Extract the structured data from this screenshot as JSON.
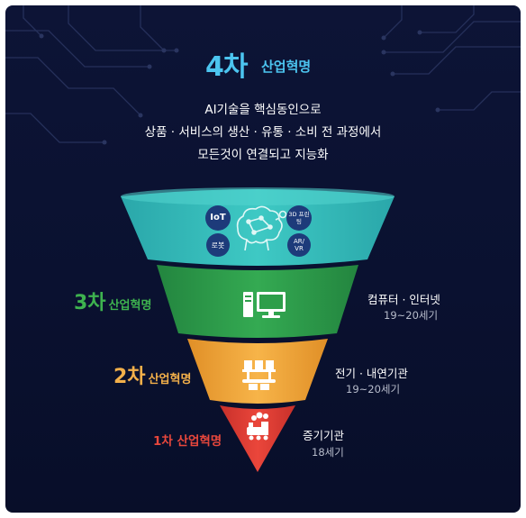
{
  "header": {
    "title_big": "4차",
    "title_small": "산업혁명",
    "description": [
      "AI기술을 핵심동인으로",
      "상품 · 서비스의 생산 · 유통 · 소비 전 과정에서",
      "모든것이 연결되고 지능화"
    ]
  },
  "tiers": [
    {
      "name": "4th-revolution",
      "color": "#35bfbd",
      "badges": [
        "IoT",
        "3D 프린팅",
        "로봇",
        "AR/ VR"
      ],
      "center_icon": "ai-brain-icon"
    },
    {
      "name": "3rd-revolution",
      "label_big": "3차",
      "label_small": "산업혁명",
      "label_color": "#3eb34f",
      "color": "#2e9e4a",
      "tech": "컴퓨터 · 인터넷",
      "era": "19~20세기",
      "icon": "computer-icon"
    },
    {
      "name": "2nd-revolution",
      "label_big": "2차",
      "label_small": "산업혁명",
      "label_color": "#f3b04a",
      "color": "#f2a93b",
      "tech": "전기 · 내연기관",
      "era": "19~20세기",
      "icon": "factory-conveyor-icon"
    },
    {
      "name": "1st-revolution",
      "label_big": "1차",
      "label_small": "산업혁명",
      "label_color": "#e8473c",
      "color": "#e03c33",
      "tech": "증기기관",
      "era": "18세기",
      "icon": "steam-train-icon"
    }
  ]
}
